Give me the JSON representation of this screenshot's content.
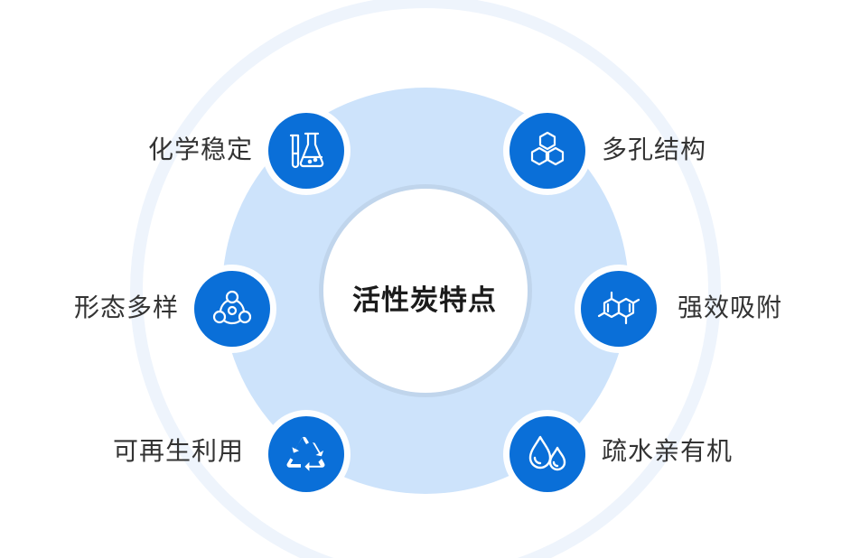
{
  "title": "活性炭特点",
  "colors": {
    "node": "#0a6fd8",
    "ring": "#cde3fb",
    "outer_ring": "#e6f0fb",
    "text": "#333333"
  },
  "features": [
    {
      "label": "化学稳定",
      "icon": "flask-icon"
    },
    {
      "label": "多孔结构",
      "icon": "hexagon-cluster-icon"
    },
    {
      "label": "形态多样",
      "icon": "molecule-cluster-icon"
    },
    {
      "label": "强效吸附",
      "icon": "benzene-molecule-icon"
    },
    {
      "label": "可再生利用",
      "icon": "recycle-icon"
    },
    {
      "label": "疏水亲有机",
      "icon": "water-drops-icon"
    }
  ]
}
